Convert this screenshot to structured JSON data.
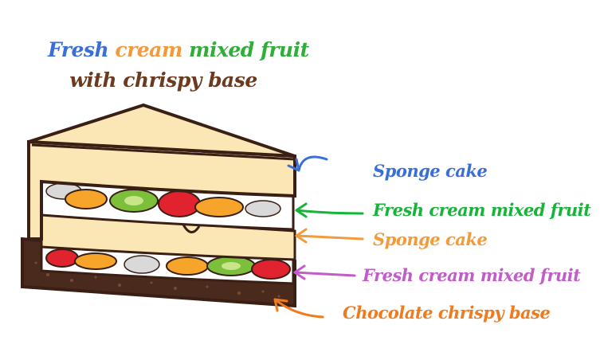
{
  "title": {
    "line1": [
      {
        "text": "Fresh",
        "color": "#3a6fd8"
      },
      {
        "text": "cream",
        "color": "#f39a3a"
      },
      {
        "text": "mixed fruit",
        "color": "#2fae3a"
      }
    ],
    "line2": {
      "text": "with chrispy base",
      "color": "#6b3a1f"
    }
  },
  "labels": [
    {
      "id": "sponge-cake-top",
      "text": "Sponge cake",
      "color": "#3a6fd8"
    },
    {
      "id": "fresh-cream-mixed-fruit-top",
      "text": "Fresh cream mixed fruit",
      "color": "#18b43a"
    },
    {
      "id": "sponge-cake-middle",
      "text": "Sponge cake",
      "color": "#f39a3a"
    },
    {
      "id": "fresh-cream-mixed-fruit-bottom",
      "text": "Fresh cream mixed fruit",
      "color": "#c15cc9"
    },
    {
      "id": "chocolate-chrispy-base",
      "text": "Chocolate chrispy base",
      "color": "#f07a1e"
    }
  ],
  "colors": {
    "outline": "#3a1f14",
    "sponge": "#fbe7b5",
    "cream": "#ffffff",
    "chocolate": "#4a2a1c",
    "strawberry": "#e0232e",
    "kiwi": "#7cbf3a",
    "mango": "#f7a52a",
    "dragonfruit": "#d9d9d9"
  }
}
